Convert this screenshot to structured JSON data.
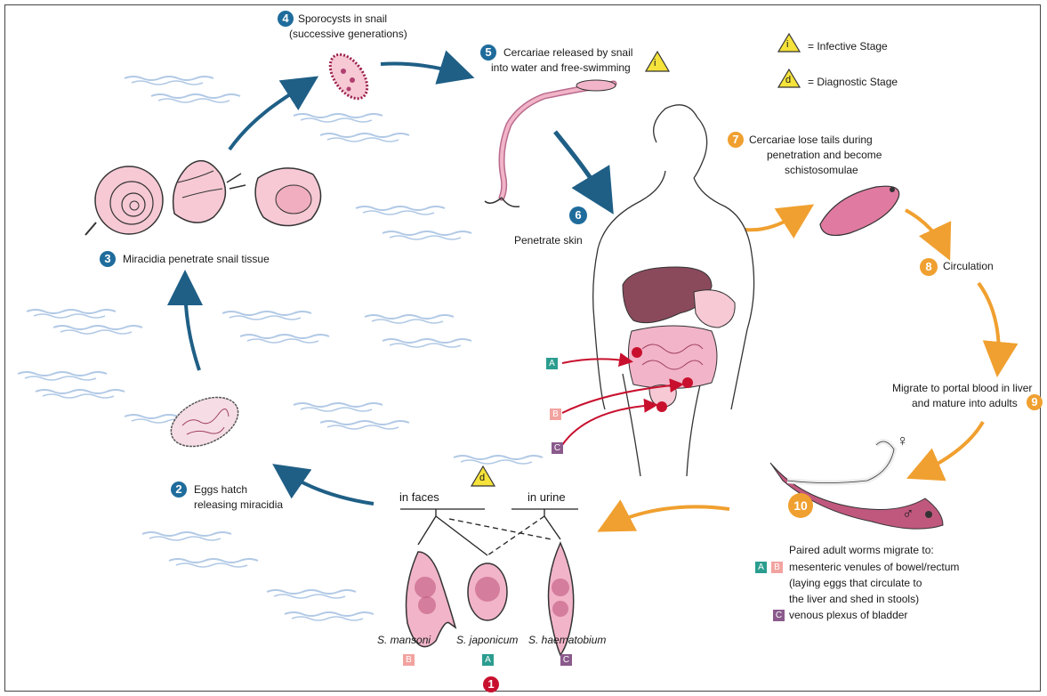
{
  "stages": {
    "s1": {
      "num": "1"
    },
    "s2": {
      "num": "2",
      "line1": "Eggs hatch",
      "line2": "releasing miracidia"
    },
    "s3": {
      "num": "3",
      "text": "Miracidia penetrate snail tissue"
    },
    "s4": {
      "num": "4",
      "line1": "Sporocysts in snail",
      "line2": "(successive generations)"
    },
    "s5": {
      "num": "5",
      "line1": "Cercariae released by snail",
      "line2": "into water and free-swimming"
    },
    "s6": {
      "num": "6",
      "text": "Penetrate skin"
    },
    "s7": {
      "num": "7",
      "line1": "Cercariae lose tails during",
      "line2": "penetration and become",
      "line3": "schistosomulae"
    },
    "s8": {
      "num": "8",
      "text": "Circulation"
    },
    "s9": {
      "num": "9",
      "line1": "Migrate to portal blood in liver",
      "line2": "and mature into adults"
    },
    "s10": {
      "num": "10"
    }
  },
  "legend": {
    "infective_symbol": "i",
    "infective_text": "= Infective Stage",
    "diagnostic_symbol": "d",
    "diagnostic_text": "= Diagnostic Stage"
  },
  "eggs": {
    "in_faces": "in faces",
    "in_urine": "in urine",
    "species": [
      {
        "name": "S. mansoni",
        "code": "B"
      },
      {
        "name": "S. japonicum",
        "code": "A"
      },
      {
        "name": "S. haematobium",
        "code": "C"
      }
    ]
  },
  "body_codes": {
    "a": "A",
    "b": "B",
    "c": "C"
  },
  "adults": {
    "female_symbol": "♀",
    "male_symbol": "♂",
    "intro": "Paired adult worms migrate to:",
    "code_a": "A",
    "code_b": "B",
    "ab_line1": "mesenteric venules of bowel/rectum",
    "ab_line2": "(laying eggs that circulate to",
    "ab_line3": "the liver and shed in stools)",
    "code_c": "C",
    "c_line1": "venous plexus of bladder"
  },
  "colors": {
    "blue_arrow": "#1f5f86",
    "orange_arrow": "#f0a030",
    "red_arrow": "#c8102e",
    "pink": "#e8a5b8",
    "water": "#a9c3e3"
  },
  "icons": {
    "infective": "triangle-i-icon",
    "diagnostic": "triangle-d-icon"
  }
}
